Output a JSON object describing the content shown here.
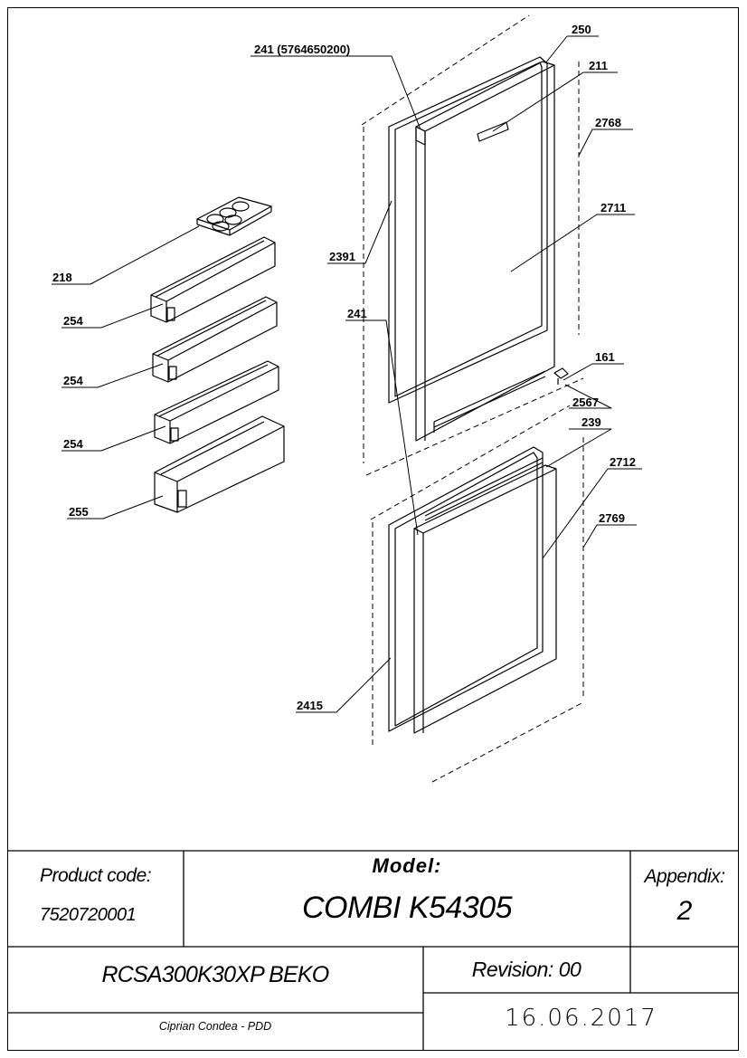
{
  "callouts": {
    "c241_top": "241 (5764650200)",
    "c250": "250",
    "c211": "211",
    "c2768": "2768",
    "c2711": "2711",
    "c2391": "2391",
    "c218": "218",
    "c254_a": "254",
    "c254_b": "254",
    "c254_c": "254",
    "c255": "255",
    "c161": "161",
    "c2567": "2567",
    "c239": "239",
    "c2712": "2712",
    "c241_bottom": "241",
    "c2769": "2769",
    "c2415": "2415"
  },
  "title_block": {
    "product_code_label": "Product code:",
    "product_code_value": "7520720001",
    "model_label": "Model:",
    "model_value": "COMBI K54305",
    "appendix_label": "Appendix:",
    "appendix_value": "2",
    "drawing_name": "RCSA300K30XP BEKO",
    "revision": "Revision: 00",
    "author": "Ciprian Condea - PDD",
    "date": "16.06.2017"
  }
}
